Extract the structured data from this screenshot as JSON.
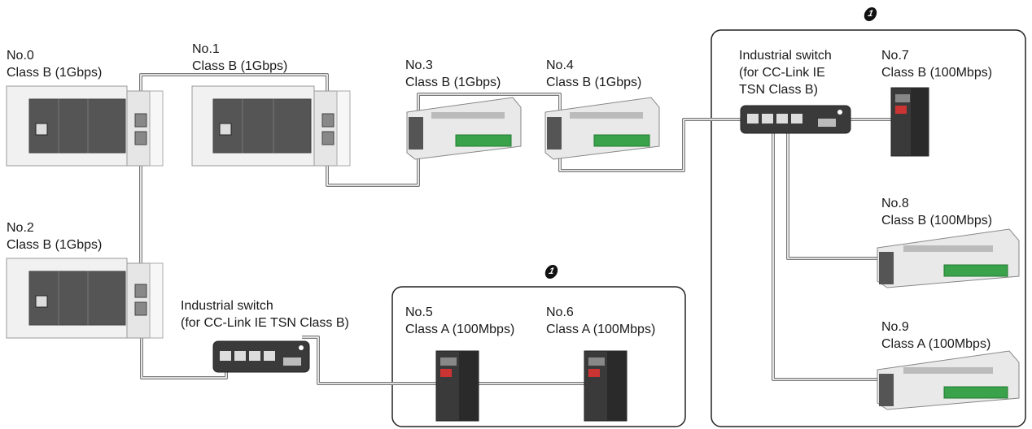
{
  "nodes": {
    "no0": {
      "num": "No.0",
      "class": "Class B (1Gbps)"
    },
    "no1": {
      "num": "No.1",
      "class": "Class B (1Gbps)"
    },
    "no2": {
      "num": "No.2",
      "class": "Class B (1Gbps)"
    },
    "no3": {
      "num": "No.3",
      "class": "Class B (1Gbps)"
    },
    "no4": {
      "num": "No.4",
      "class": "Class B (1Gbps)"
    },
    "no5": {
      "num": "No.5",
      "class": "Class A (100Mbps)"
    },
    "no6": {
      "num": "No.6",
      "class": "Class A (100Mbps)"
    },
    "no7": {
      "num": "No.7",
      "class": "Class B (100Mbps)"
    },
    "no8": {
      "num": "No.8",
      "class": "Class B (100Mbps)"
    },
    "no9": {
      "num": "No.9",
      "class": "Class A (100Mbps)"
    }
  },
  "switches": {
    "right": {
      "line1": "Industrial switch",
      "line2": "(for CC-Link IE",
      "line3": "TSN Class B)"
    },
    "bottom": {
      "line1": "Industrial switch",
      "line2": "(for CC-Link IE TSN Class B)"
    }
  },
  "markers": {
    "group_right": "1",
    "group_bottom": "1"
  },
  "colors": {
    "cable": "#888888",
    "device_body": "#e8e8e8",
    "device_dark": "#555555",
    "terminal_green": "#3aa24a",
    "switch_body": "#3a3a3a"
  }
}
